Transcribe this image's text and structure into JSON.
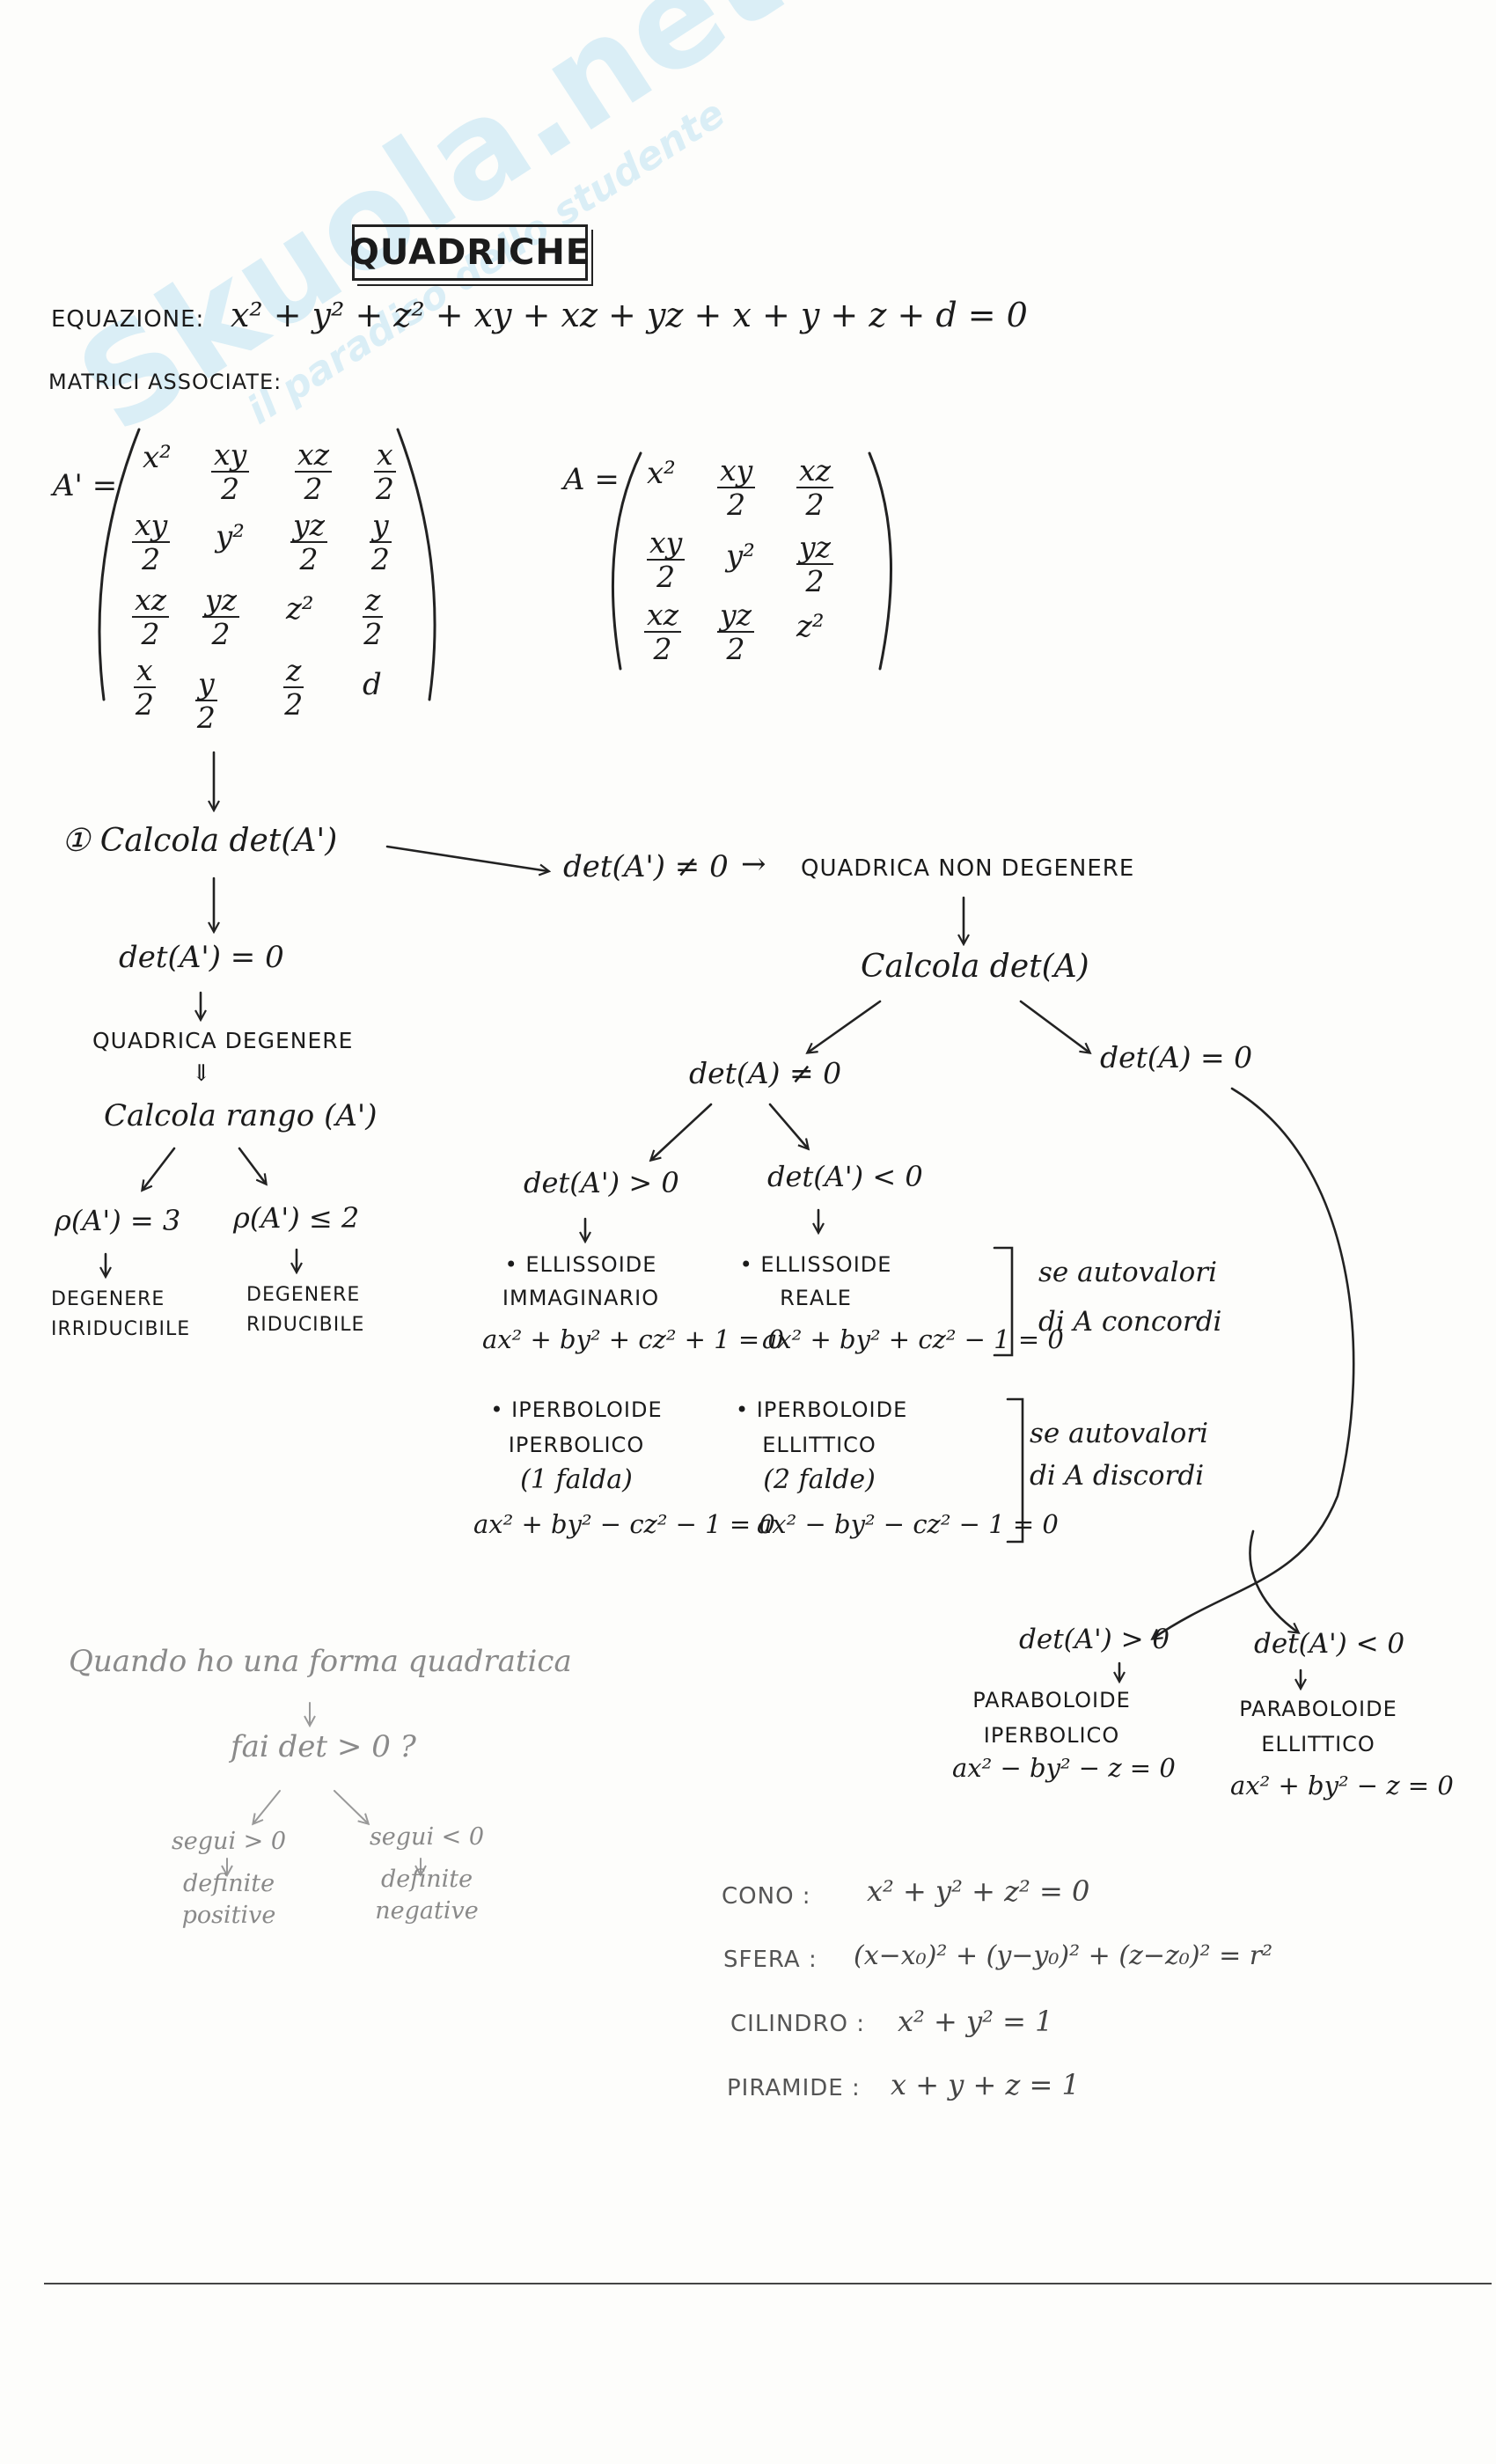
{
  "watermark": {
    "brand": "Skuola.net",
    "tagline": "il paradiso dello studente"
  },
  "title": "QUADRICHE",
  "equation": {
    "label": "EQUAZIONE:",
    "text": "x² + y² + z² + xy + xz + yz + x + y + z + d = 0"
  },
  "matrices": {
    "label": "MATRICI ASSOCIATE:",
    "a_prime_label": "A' =",
    "a_label": "A =",
    "d_entry": "d"
  },
  "flow": {
    "step1": "① Calcola det(A')",
    "det_ap_neq0": "det(A') ≠ 0",
    "arrow_to": "→",
    "non_degenere": "QUADRICA NON DEGENERE",
    "calcola_det_a": "Calcola det(A)",
    "det_a_neq0": "det(A) ≠ 0",
    "det_a_eq0": "det(A) = 0",
    "det_ap_eq0": "det(A') = 0",
    "degenere": "QUADRICA DEGENERE",
    "implies": "⇓",
    "calcola_rango": "Calcola rango (A')",
    "rank3": "ρ(A') = 3",
    "rank_le2": "ρ(A') ≤ 2",
    "irriducibile": [
      "DEGENERE",
      "IRRIDUCIBILE"
    ],
    "riducibile": [
      "DEGENERE",
      "RIDUCIBILE"
    ],
    "det_ap_pos": "det(A') > 0",
    "det_ap_neg": "det(A') < 0",
    "ellissoide_imm": [
      "• ELLISSOIDE",
      "IMMAGINARIO"
    ],
    "ellissoide_imm_eq": "ax² + by² + cz² + 1 = 0",
    "ellissoide_reale": [
      "• ELLISSOIDE",
      "REALE"
    ],
    "ellissoide_reale_eq": "ax² + by² + cz² − 1 = 0",
    "iperb_iperb": [
      "• IPERBOLOIDE",
      "IPERBOLICO",
      "(1 falda)"
    ],
    "iperb_iperb_eq": "ax² + by² − cz² − 1 = 0",
    "iperb_ell": [
      "• IPERBOLOIDE",
      "ELLITTICO",
      "(2 falde)"
    ],
    "iperb_ell_eq": "ax² − by² − cz² − 1 = 0",
    "concordi": [
      "se autovalori",
      "di A concordi"
    ],
    "discordi": [
      "se autovalori",
      "di A discordi"
    ],
    "par_iperb": [
      "PARABOLOIDE",
      "IPERBOLICO"
    ],
    "par_iperb_eq": "ax² − by² − z = 0",
    "par_ell": [
      "PARABOLOIDE",
      "ELLITTICO"
    ],
    "par_ell_eq": "ax² + by² − z = 0"
  },
  "pencil_note": {
    "line1": "Quando ho una forma quadratica",
    "line2": "fai det > 0 ?",
    "left": [
      "segui > 0",
      "definite",
      "positive"
    ],
    "right": [
      "segui < 0",
      "definite",
      "negative"
    ]
  },
  "solids": [
    {
      "label": "CONO :",
      "eq": "x² + y² + z² = 0"
    },
    {
      "label": "SFERA :",
      "eq": "(x−x₀)² + (y−y₀)² + (z−z₀)² = r²"
    },
    {
      "label": "CILINDRO :",
      "eq": "x² + y² = 1"
    },
    {
      "label": "PIRAMIDE :",
      "eq": "x + y + z = 1"
    }
  ]
}
